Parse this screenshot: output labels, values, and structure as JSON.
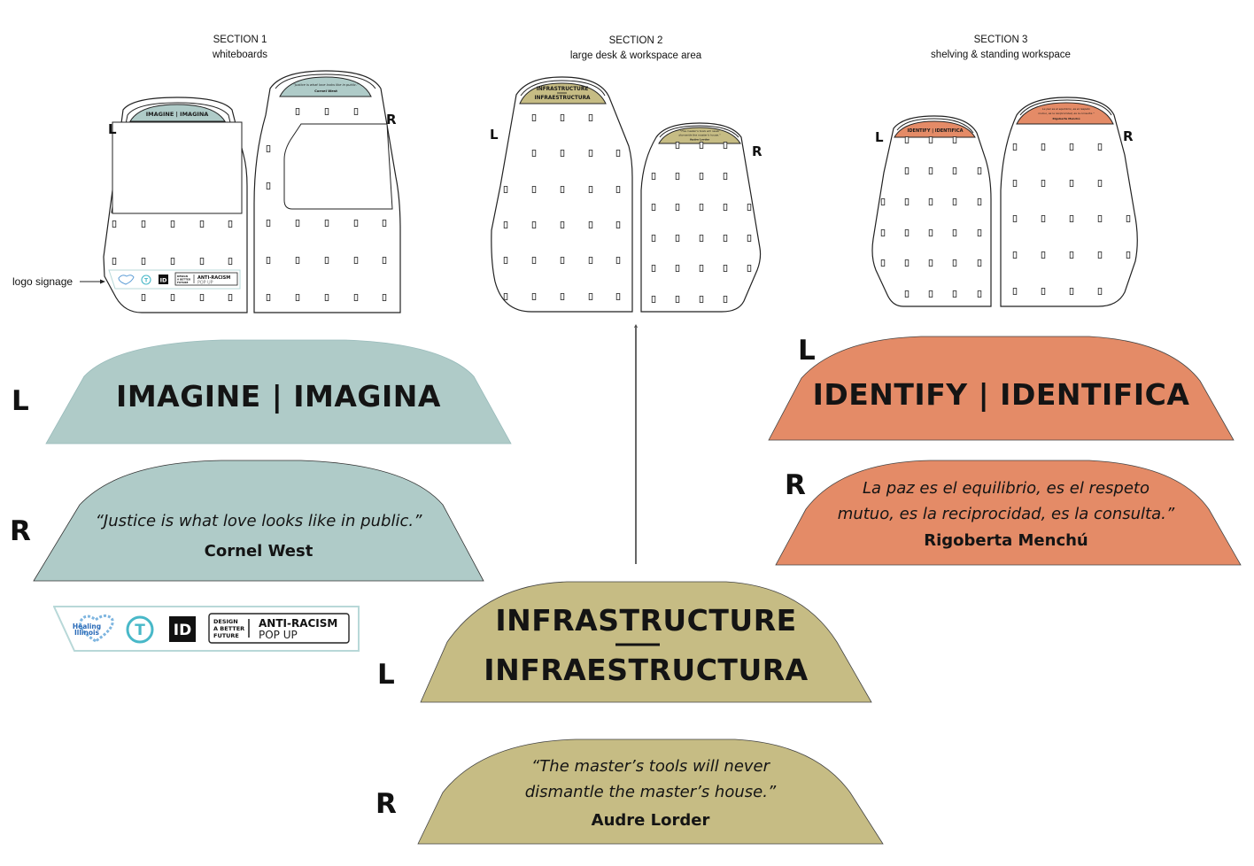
{
  "sections": [
    {
      "title": "SECTION 1",
      "subtitle": "whiteboards"
    },
    {
      "title": "SECTION 2",
      "subtitle": "large desk & workspace area"
    },
    {
      "title": "SECTION 3",
      "subtitle": "shelving & standing workspace"
    }
  ],
  "side_labels": {
    "left": "L",
    "right": "R"
  },
  "annotation": {
    "logo_signage": "logo signage"
  },
  "colors": {
    "imagine_teal": "#afcbc8",
    "infrastructure_khaki": "#c6bc84",
    "identify_orange": "#e48b67",
    "outline": "#222222",
    "logo_bar_border": "#b8d8d8"
  },
  "signs": {
    "imagine": {
      "heading": "IMAGINE | IMAGINA"
    },
    "cornel_west": {
      "quote": "“Justice is what love looks like in public.”",
      "author": "Cornel West"
    },
    "infrastructure": {
      "line1": "INFRASTRUCTURE",
      "line2": "INFRAESTRUCTURA"
    },
    "audre_lorde": {
      "quote_line1": "“The master’s tools will never",
      "quote_line2": "dismantle  the master’s house.”",
      "author": "Audre Lorder"
    },
    "identify": {
      "heading": "IDENTIFY | IDENTIFICA"
    },
    "menchu": {
      "quote_line1": "La paz es el equilibrio, es el respeto",
      "quote_line2": "mutuo, es la reciprocidad, es la consulta.”",
      "author": "Rigoberta Menchú"
    }
  },
  "mini_signs": {
    "s1_left": "IMAGINE | IMAGINA",
    "s1_right_quote": "“Justice is what love looks like in public.”",
    "s1_right_author": "Cornel West",
    "s2_left_line1": "INFRASTRUCTURE",
    "s2_left_line2": "INFRAESTRUCTURA",
    "s2_right_quote1": "“The master’s tools will never",
    "s2_right_quote2": "dismantle  the master’s house.”",
    "s2_right_author": "Audre Lorder",
    "s3_left": "IDENTIFY | IDENTIFICA",
    "s3_right_quote1": "La paz es el equilibrio, es el respeto",
    "s3_right_quote2": "mutuo, es la reciprocidad, es la consulta.”",
    "s3_right_author": "Rigoberta Menchú"
  },
  "logos": {
    "healing_illinois_line1": "Healing",
    "healing_illinois_line2": "Illinois",
    "t_mark": "T",
    "id_mark": "ID",
    "dabf_line1": "DESIGN",
    "dabf_line2": "A BETTER",
    "dabf_line3": "FUTURE",
    "antiracism_line1": "ANTI-RACISM",
    "antiracism_line2": "POP UP"
  }
}
